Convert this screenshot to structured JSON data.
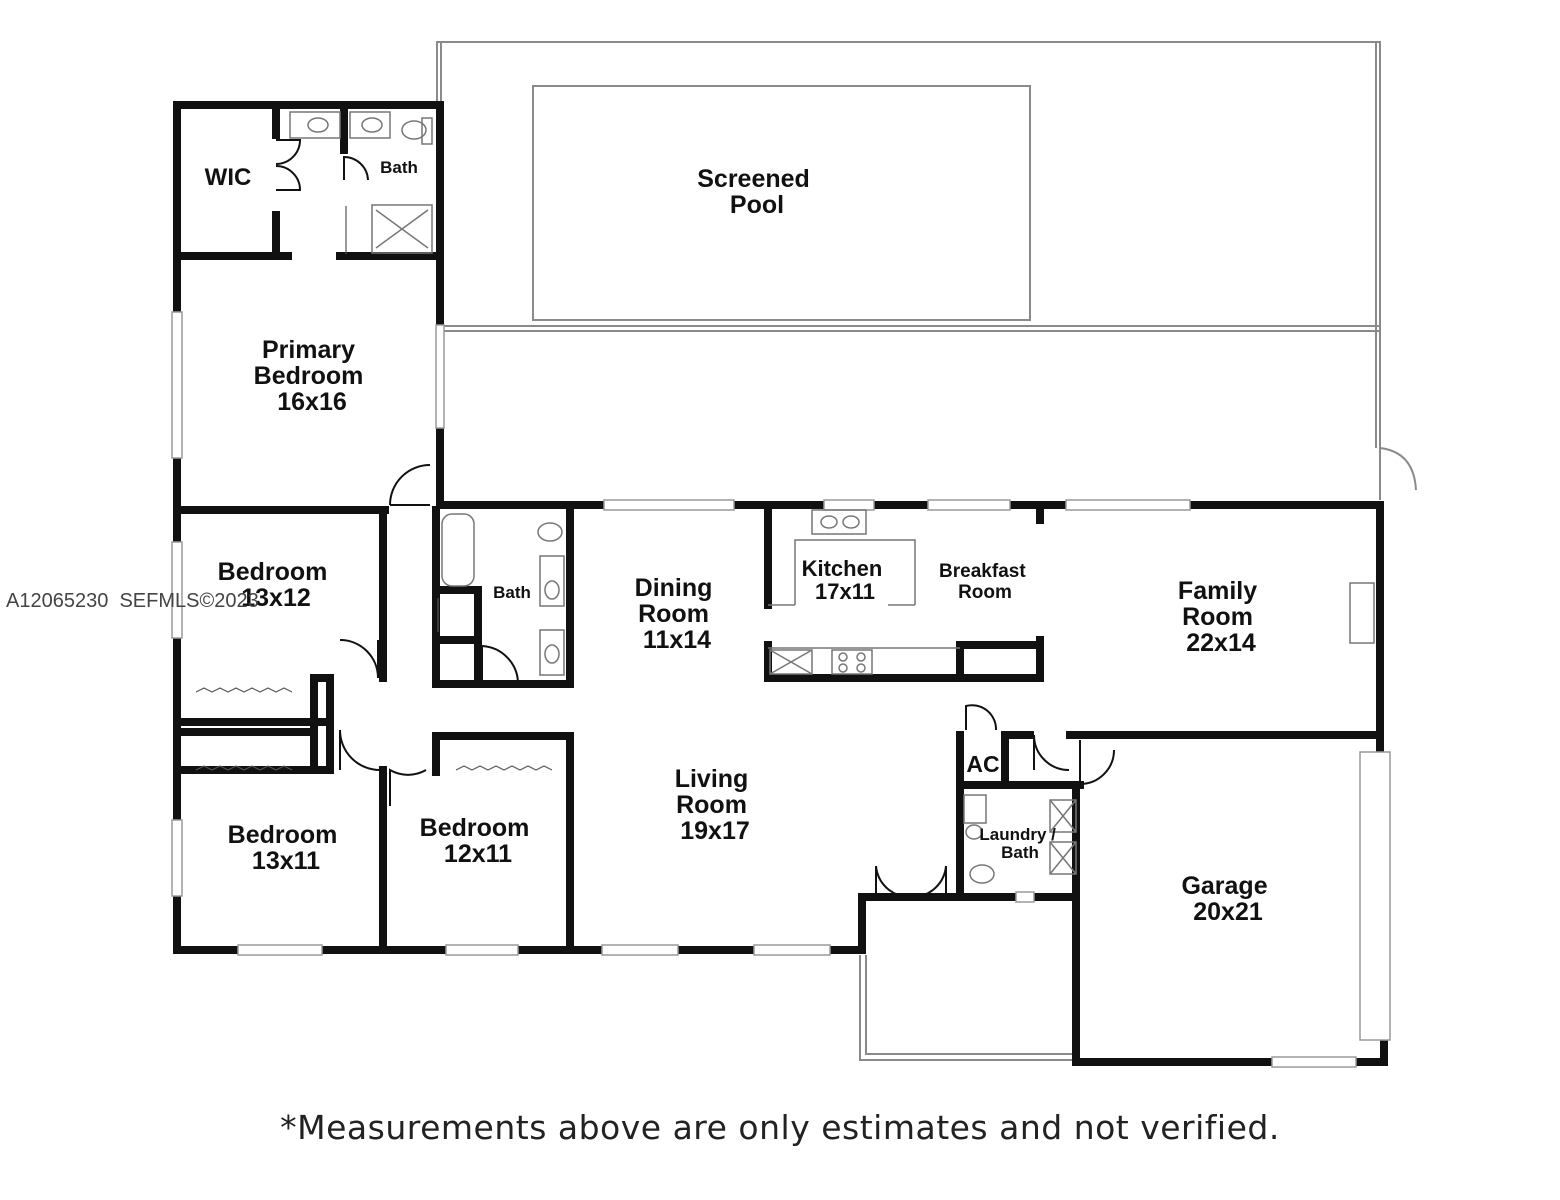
{
  "rooms": {
    "wic": "WIC",
    "primary_bath": "Bath",
    "screened_pool": [
      "Screened",
      "Pool"
    ],
    "primary_bedroom": [
      "Primary",
      "Bedroom",
      "16x16"
    ],
    "bedroom_2": [
      "Bedroom",
      "13x12"
    ],
    "hall_bath": "Bath",
    "dining_room": [
      "Dining",
      "Room",
      "11x14"
    ],
    "kitchen": [
      "Kitchen",
      "17x11"
    ],
    "breakfast_room": [
      "Breakfast",
      "Room"
    ],
    "family_room": [
      "Family",
      "Room",
      "22x14"
    ],
    "ac": "AC",
    "living_room": [
      "Living",
      "Room",
      "19x17"
    ],
    "laundry_bath": [
      "Laundry /",
      "Bath"
    ],
    "bedroom_3": [
      "Bedroom",
      "13x11"
    ],
    "bedroom_4": [
      "Bedroom",
      "12x11"
    ],
    "garage": [
      "Garage",
      "20x21"
    ]
  },
  "watermark": "A12065230  SEFMLS©2023",
  "footnote": "*Measurements above are only estimates and not verified.",
  "colors": {
    "wall": "#111111",
    "thin_line": "#8a8a8a",
    "window": "#9a9a9a"
  }
}
